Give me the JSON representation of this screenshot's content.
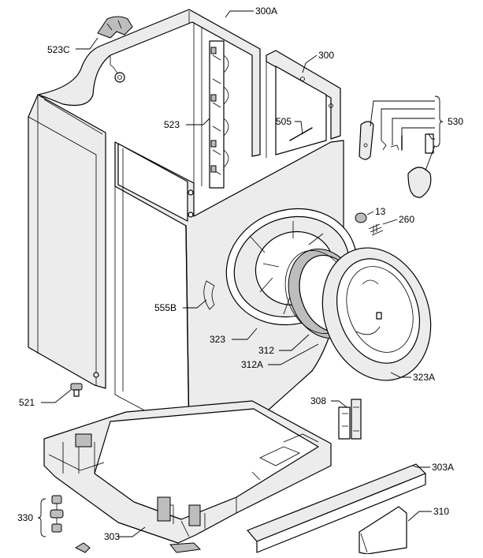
{
  "labels": {
    "l300a": "300A",
    "l300": "300",
    "l523c": "523C",
    "l523": "523",
    "l505": "505",
    "l530": "530",
    "l13": "13",
    "l260": "260",
    "l555b": "555B",
    "l323": "323",
    "l312": "312",
    "l312a": "312A",
    "l323a": "323A",
    "l521": "521",
    "l308": "308",
    "l303a": "303A",
    "l330": "330",
    "l310": "310",
    "l303": "303"
  }
}
